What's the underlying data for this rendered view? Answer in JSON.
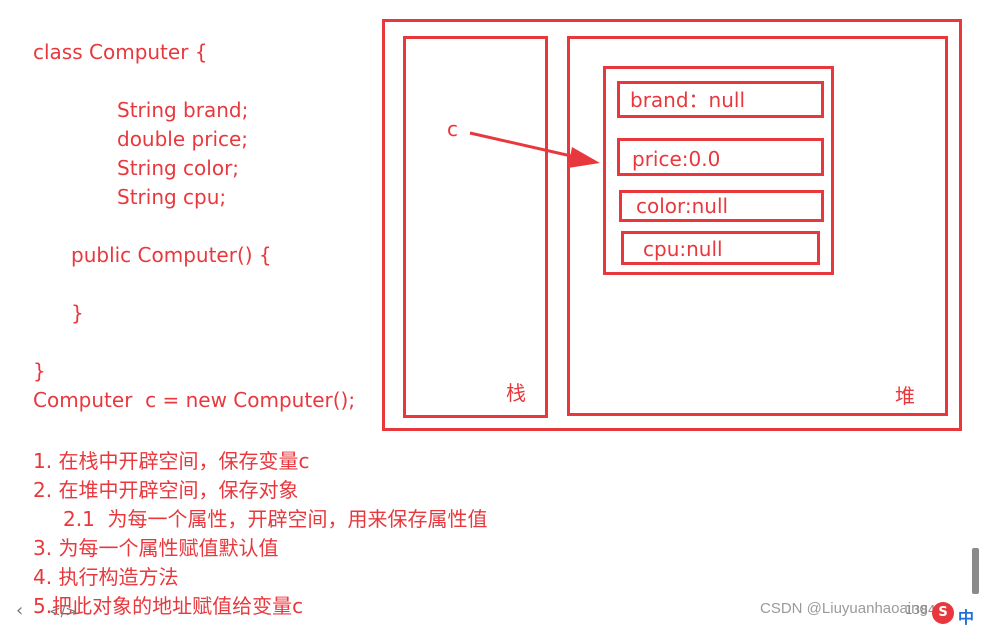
{
  "code": {
    "class_header": "class Computer {",
    "field_brand": "String brand;",
    "field_price": "double price;",
    "field_color": "String color;",
    "field_cpu": "String cpu;",
    "constructor_header": "public Computer() {",
    "constructor_close": "}",
    "class_close": "}",
    "instantiation": "Computer  c = new Computer();"
  },
  "steps": [
    "1. 在栈中开辟空间，保存变量c",
    "2. 在堆中开辟空间，保存对象",
    "2.1  为每一个属性，开辟空间，用来保存属性值",
    "3. 为每一个属性赋值默认值",
    "4. 执行构造方法",
    "5.把此对象的地址赋值给变量c"
  ],
  "diagram": {
    "stack_label": "栈",
    "heap_label": "堆",
    "variable": "c",
    "object_fields": [
      "brand：null",
      "price:0.0",
      "color:null",
      "cpu:null"
    ]
  },
  "footer": {
    "nav_left": "‹",
    "nav_code": "</>",
    "watermark": "CSDN @Liuyuanhaoaing",
    "ime_text": "1384",
    "ime_badge": "S",
    "ime_lang": "中"
  },
  "colors": {
    "accent": "#e8383d"
  }
}
